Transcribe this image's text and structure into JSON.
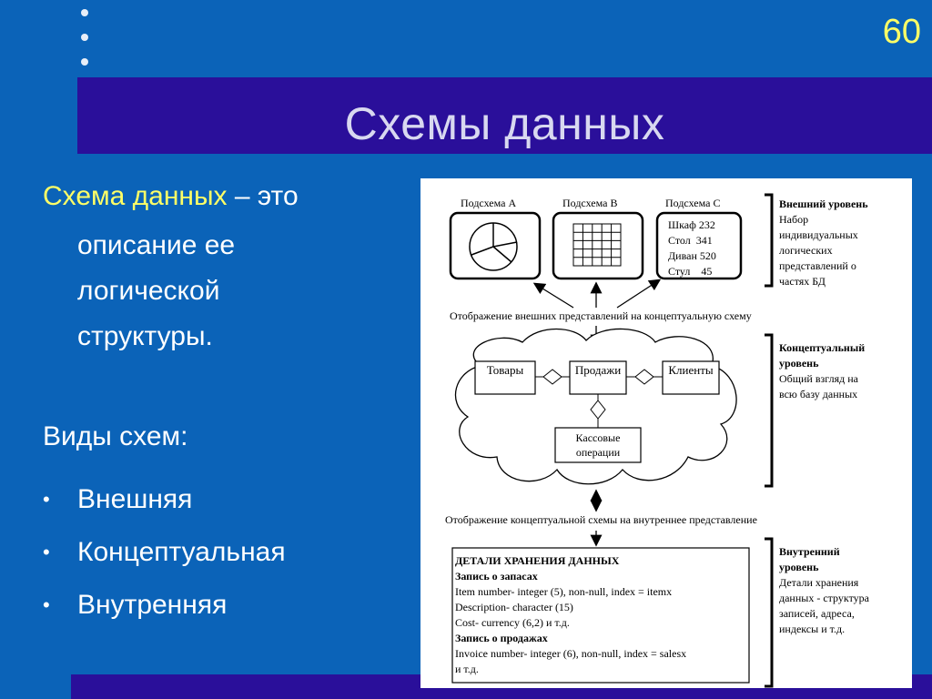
{
  "slide": {
    "number": "60",
    "title": "Схемы данных"
  },
  "text": {
    "definition_term": "Схема данных",
    "definition_dash": " – это",
    "definition_rest": "описание ее логической структуры.",
    "types_heading": "Виды схем:",
    "types": [
      "Внешняя",
      "Концептуальная",
      "Внутренняя"
    ]
  },
  "diagram": {
    "subschemas": [
      "Подсхема A",
      "Подсхема B",
      "Подсхема C"
    ],
    "subschema_c_lines": [
      "Шкаф 232",
      "Стол  341",
      "Диван 520",
      "Стул    45"
    ],
    "map_external": "Отображение внешних представлений на концептуальную схему",
    "entities": {
      "goods": "Товары",
      "sales": "Продажи",
      "clients": "Клиенты",
      "cash_line1": "Кассовые",
      "cash_line2": "операции"
    },
    "map_internal": "Отображение концептуальной схемы на внутреннее представление",
    "storage_lines": [
      "ДЕТАЛИ ХРАНЕНИЯ ДАННЫХ",
      "Запись о запасах",
      "Item number- integer (5), non-null, index = itemx",
      "Description- character (15)",
      "Cost- currency (6,2) и т.д.",
      "Запись о продажах",
      "Invoice number- integer (6), non-null, index = salesx",
      "и т.д."
    ],
    "external_level": {
      "title": "Внешний уровень",
      "lines": [
        "Набор",
        "индивидуальных",
        "логических",
        "представлений о",
        "частях БД"
      ]
    },
    "conceptual_level": {
      "title1": "Концептуальный",
      "title2": "уровень",
      "lines": [
        "Общий взгляд на",
        "всю базу данных"
      ]
    },
    "internal_level": {
      "title1": "Внутренний",
      "title2": "уровень",
      "lines": [
        "Детали хранения",
        "данных - структура",
        "записей, адреса,",
        "индексы и т.д."
      ]
    }
  }
}
